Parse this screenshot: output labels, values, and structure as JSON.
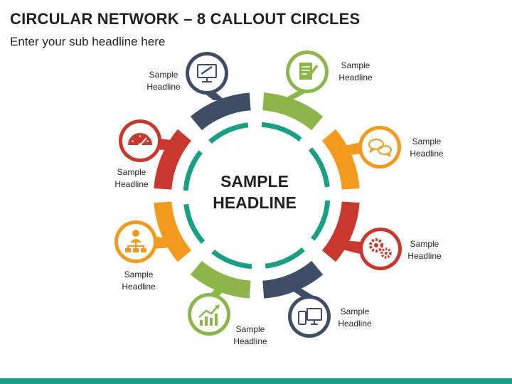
{
  "header": {
    "title": "CIRCULAR NETWORK – 8 CALLOUT CIRCLES",
    "subtitle": "Enter your sub headline here"
  },
  "center": {
    "line1": "SAMPLE",
    "line2": "HEADLINE"
  },
  "colors": {
    "navy": "#3f4e66",
    "green": "#8cb64a",
    "orange": "#f39a1e",
    "red": "#c8382e",
    "teal": "#1a9f84"
  },
  "callouts": [
    {
      "icon": "monitor-pen-icon",
      "color": "navy",
      "label_line1": "Sample",
      "label_line2": "Headline"
    },
    {
      "icon": "document-pen-icon",
      "color": "green",
      "label_line1": "Sample",
      "label_line2": "Headline"
    },
    {
      "icon": "chat-bubbles-icon",
      "color": "orange",
      "label_line1": "Sample",
      "label_line2": "Headline"
    },
    {
      "icon": "gears-icon",
      "color": "red",
      "label_line1": "Sample",
      "label_line2": "Headline"
    },
    {
      "icon": "devices-icon",
      "color": "navy",
      "label_line1": "Sample",
      "label_line2": "Headline"
    },
    {
      "icon": "growth-chart-icon",
      "color": "green",
      "label_line1": "Sample",
      "label_line2": "Headline"
    },
    {
      "icon": "org-chart-icon",
      "color": "orange",
      "label_line1": "Sample",
      "label_line2": "Headline"
    },
    {
      "icon": "speedometer-icon",
      "color": "red",
      "label_line1": "Sample",
      "label_line2": "Headline"
    }
  ]
}
